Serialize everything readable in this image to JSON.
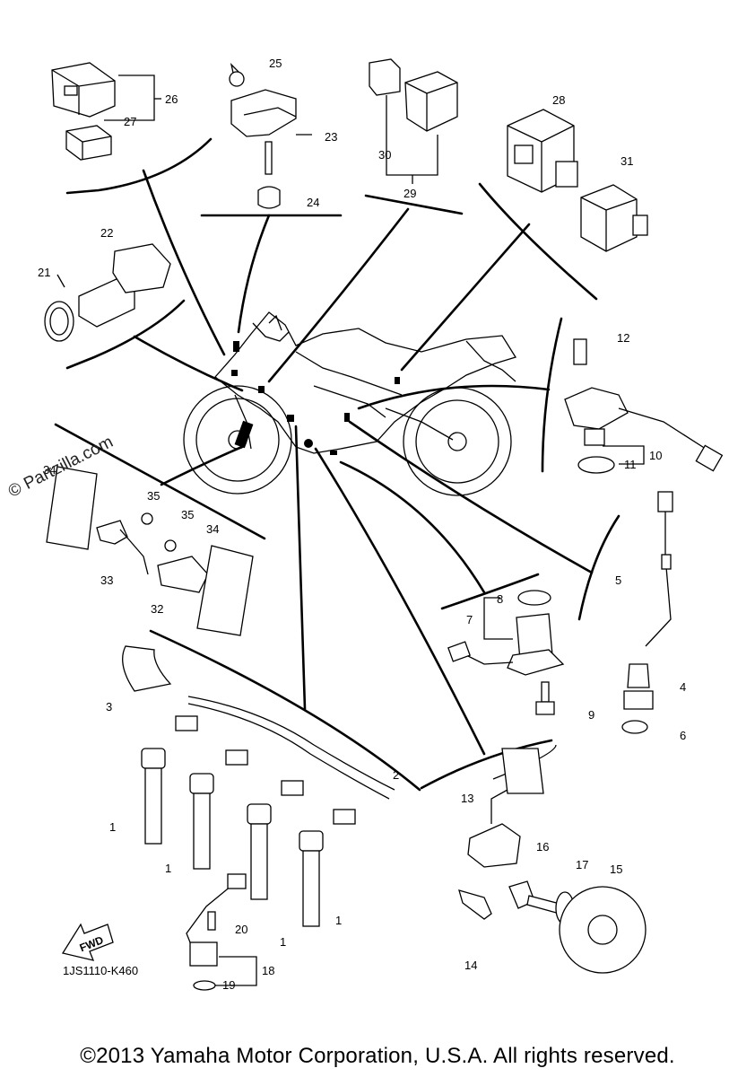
{
  "callouts": [
    "1",
    "1",
    "1",
    "1",
    "2",
    "3",
    "4",
    "5",
    "6",
    "7",
    "8",
    "9",
    "10",
    "11",
    "12",
    "13",
    "14",
    "15",
    "16",
    "17",
    "18",
    "19",
    "20",
    "21",
    "22",
    "23",
    "24",
    "25",
    "26",
    "27",
    "28",
    "29",
    "30",
    "31",
    "32",
    "33",
    "34",
    "34",
    "35",
    "35"
  ],
  "watermark": "© Partzilla.com",
  "fwd_label": "FWD",
  "catalog_code": "1JS1110-K460",
  "copyright": "©2013 Yamaha Motor Corporation, U.S.A. All rights reserved."
}
